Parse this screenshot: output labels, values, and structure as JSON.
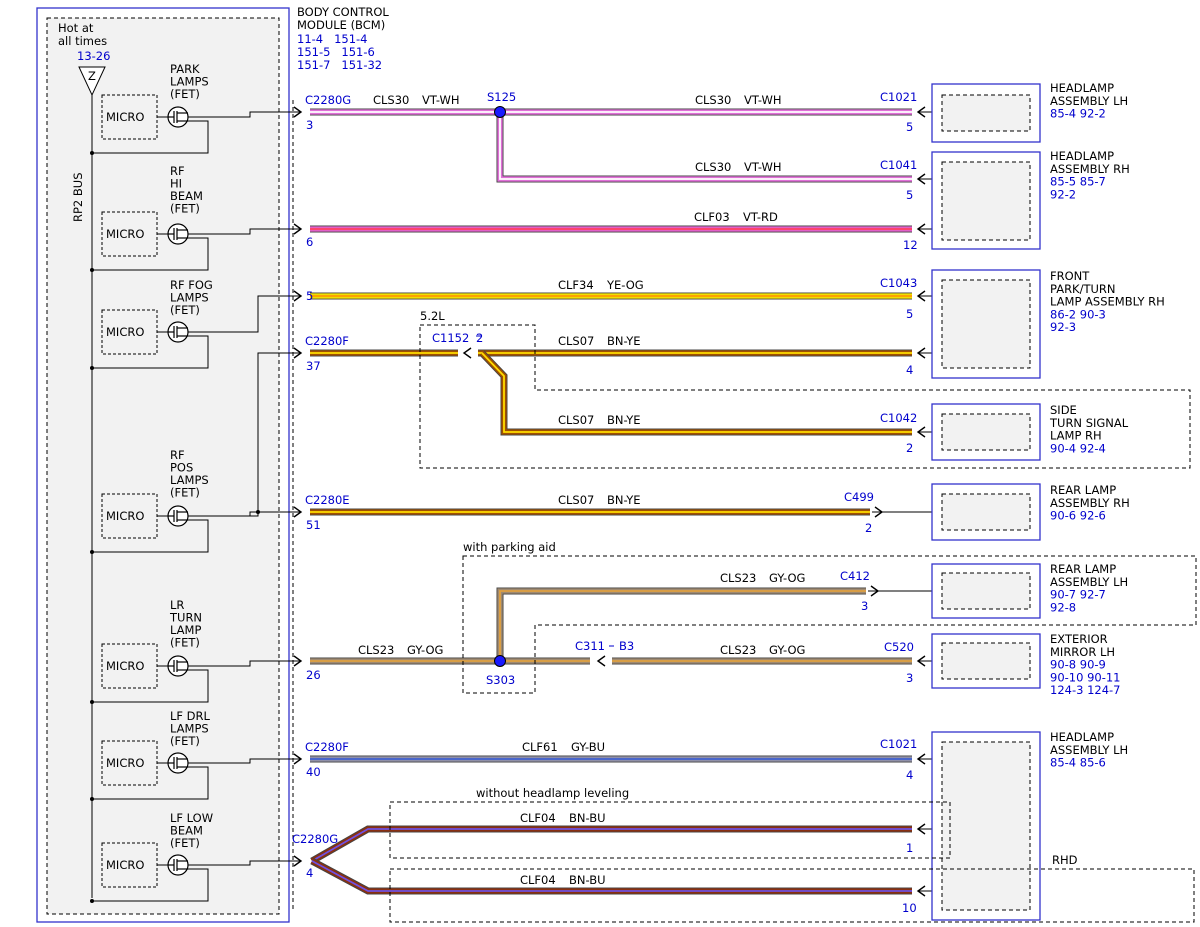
{
  "module": {
    "hot_label_1": "Hot at",
    "hot_label_2": "all times",
    "hot_ref": "13-26",
    "fuse_symbol": "Z",
    "bus_label": "RP2 BUS",
    "title_1": "BODY CONTROL",
    "title_2": "MODULE (BCM)",
    "refs_1": "11-4   151-4",
    "refs_2": "151-5   151-6",
    "refs_3": "151-7   151-32",
    "micro_label": "MICRO",
    "drivers": [
      {
        "lines": [
          "PARK",
          "LAMPS",
          "(FET)"
        ]
      },
      {
        "lines": [
          "RF",
          "HI",
          "BEAM",
          "(FET)"
        ]
      },
      {
        "lines": [
          "RF FOG",
          "LAMPS",
          "(FET)"
        ]
      },
      {
        "lines": [
          "RF",
          "POS",
          "LAMPS",
          "(FET)"
        ]
      },
      {
        "lines": [
          "LR",
          "TURN",
          "LAMP",
          "(FET)"
        ]
      },
      {
        "lines": [
          "LF DRL",
          "LAMPS",
          "(FET)"
        ]
      },
      {
        "lines": [
          "LF LOW",
          "BEAM",
          "(FET)"
        ]
      }
    ]
  },
  "wires": [
    {
      "circuit": "CLS30",
      "color_code": "VT-WH"
    },
    {
      "circuit": "CLS30",
      "color_code": "VT-WH"
    },
    {
      "circuit": "CLS30",
      "color_code": "VT-WH"
    },
    {
      "circuit": "CLF03",
      "color_code": "VT-RD"
    },
    {
      "circuit": "CLF34",
      "color_code": "YE-OG"
    },
    {
      "circuit": "CLS07",
      "color_code": "BN-YE"
    },
    {
      "circuit": "CLS07",
      "color_code": "BN-YE"
    },
    {
      "circuit": "CLS07",
      "color_code": "BN-YE"
    },
    {
      "circuit": "CLS23",
      "color_code": "GY-OG"
    },
    {
      "circuit": "CLS23",
      "color_code": "GY-OG"
    },
    {
      "circuit": "CLS23",
      "color_code": "GY-OG"
    },
    {
      "circuit": "CLF61",
      "color_code": "GY-BU"
    },
    {
      "circuit": "CLF04",
      "color_code": "BN-BU"
    },
    {
      "circuit": "CLF04",
      "color_code": "BN-BU"
    }
  ],
  "wire_colors": {
    "VT-WH": {
      "outer": "#e070d8",
      "inner": "#ffffff"
    },
    "VT-RD": {
      "outer": "#e060c8",
      "inner": "#ff4060"
    },
    "YE-OG": {
      "outer": "#f0e000",
      "inner": "#ff9900"
    },
    "BN-YE": {
      "outer": "#a05000",
      "inner": "#ffdd00"
    },
    "GY-OG": {
      "outer": "#a08a70",
      "inner": "#e0a040"
    },
    "GY-BU": {
      "outer": "#9090a8",
      "inner": "#4060d0"
    },
    "BN-BU": {
      "outer": "#8a3010",
      "inner": "#7050e0"
    }
  },
  "bcm_connectors": [
    {
      "name": "C2280G",
      "pin": "3"
    },
    {
      "name": "",
      "pin": "6"
    },
    {
      "name": "",
      "pin": "5"
    },
    {
      "name": "C2280F",
      "pin": "37"
    },
    {
      "name": "C2280E",
      "pin": "51"
    },
    {
      "name": "",
      "pin": "26"
    },
    {
      "name": "C2280F",
      "pin": "40"
    },
    {
      "name": "C2280G",
      "pin": "4"
    }
  ],
  "splices": [
    {
      "name": "S125"
    },
    {
      "name": "S303"
    }
  ],
  "inline_connectors": [
    {
      "name": "C1152",
      "pin": "2"
    },
    {
      "name": "C311",
      "pin": "B3"
    }
  ],
  "option_notes": {
    "engine": "5.2L",
    "parking_aid": "with parking aid",
    "headlamp_leveling": "without headlamp leveling",
    "rhd": "RHD"
  },
  "components": [
    {
      "connector": "C1021",
      "pin": "5",
      "name_lines": [
        "HEADLAMP",
        "ASSEMBLY LH"
      ],
      "ref_lines": [
        "85-4   92-2"
      ]
    },
    {
      "connector": "C1041",
      "pin": "5",
      "name_lines": [
        "HEADLAMP",
        "ASSEMBLY RH"
      ],
      "ref_lines": [
        "85-5   85-7",
        "92-2"
      ]
    },
    {
      "connector": "",
      "pin": "12",
      "name_lines": [],
      "ref_lines": []
    },
    {
      "connector": "C1043",
      "pin": "5",
      "name_lines": [
        "FRONT",
        "PARK/TURN",
        "LAMP ASSEMBLY RH"
      ],
      "ref_lines": [
        "86-2   90-3",
        "92-3"
      ]
    },
    {
      "connector": "",
      "pin": "4",
      "name_lines": [],
      "ref_lines": []
    },
    {
      "connector": "C1042",
      "pin": "2",
      "name_lines": [
        "SIDE",
        "TURN SIGNAL",
        "LAMP RH"
      ],
      "ref_lines": [
        "90-4   92-4"
      ]
    },
    {
      "connector": "C499",
      "pin": "2",
      "name_lines": [
        "REAR LAMP",
        "ASSEMBLY RH"
      ],
      "ref_lines": [
        "90-6   92-6"
      ]
    },
    {
      "connector": "C412",
      "pin": "3",
      "name_lines": [
        "REAR LAMP",
        "ASSEMBLY LH"
      ],
      "ref_lines": [
        "90-7   92-7",
        "92-8"
      ]
    },
    {
      "connector": "C520",
      "pin": "3",
      "name_lines": [
        "EXTERIOR",
        "MIRROR LH"
      ],
      "ref_lines": [
        "90-8   90-9",
        "90-10   90-11",
        "124-3   124-7"
      ]
    },
    {
      "connector": "C1021",
      "pin": "4",
      "name_lines": [
        "HEADLAMP",
        "ASSEMBLY LH"
      ],
      "ref_lines": [
        "85-4   85-6"
      ]
    },
    {
      "connector": "",
      "pin": "1",
      "name_lines": [],
      "ref_lines": []
    },
    {
      "connector": "",
      "pin": "10",
      "name_lines": [],
      "ref_lines": []
    }
  ]
}
